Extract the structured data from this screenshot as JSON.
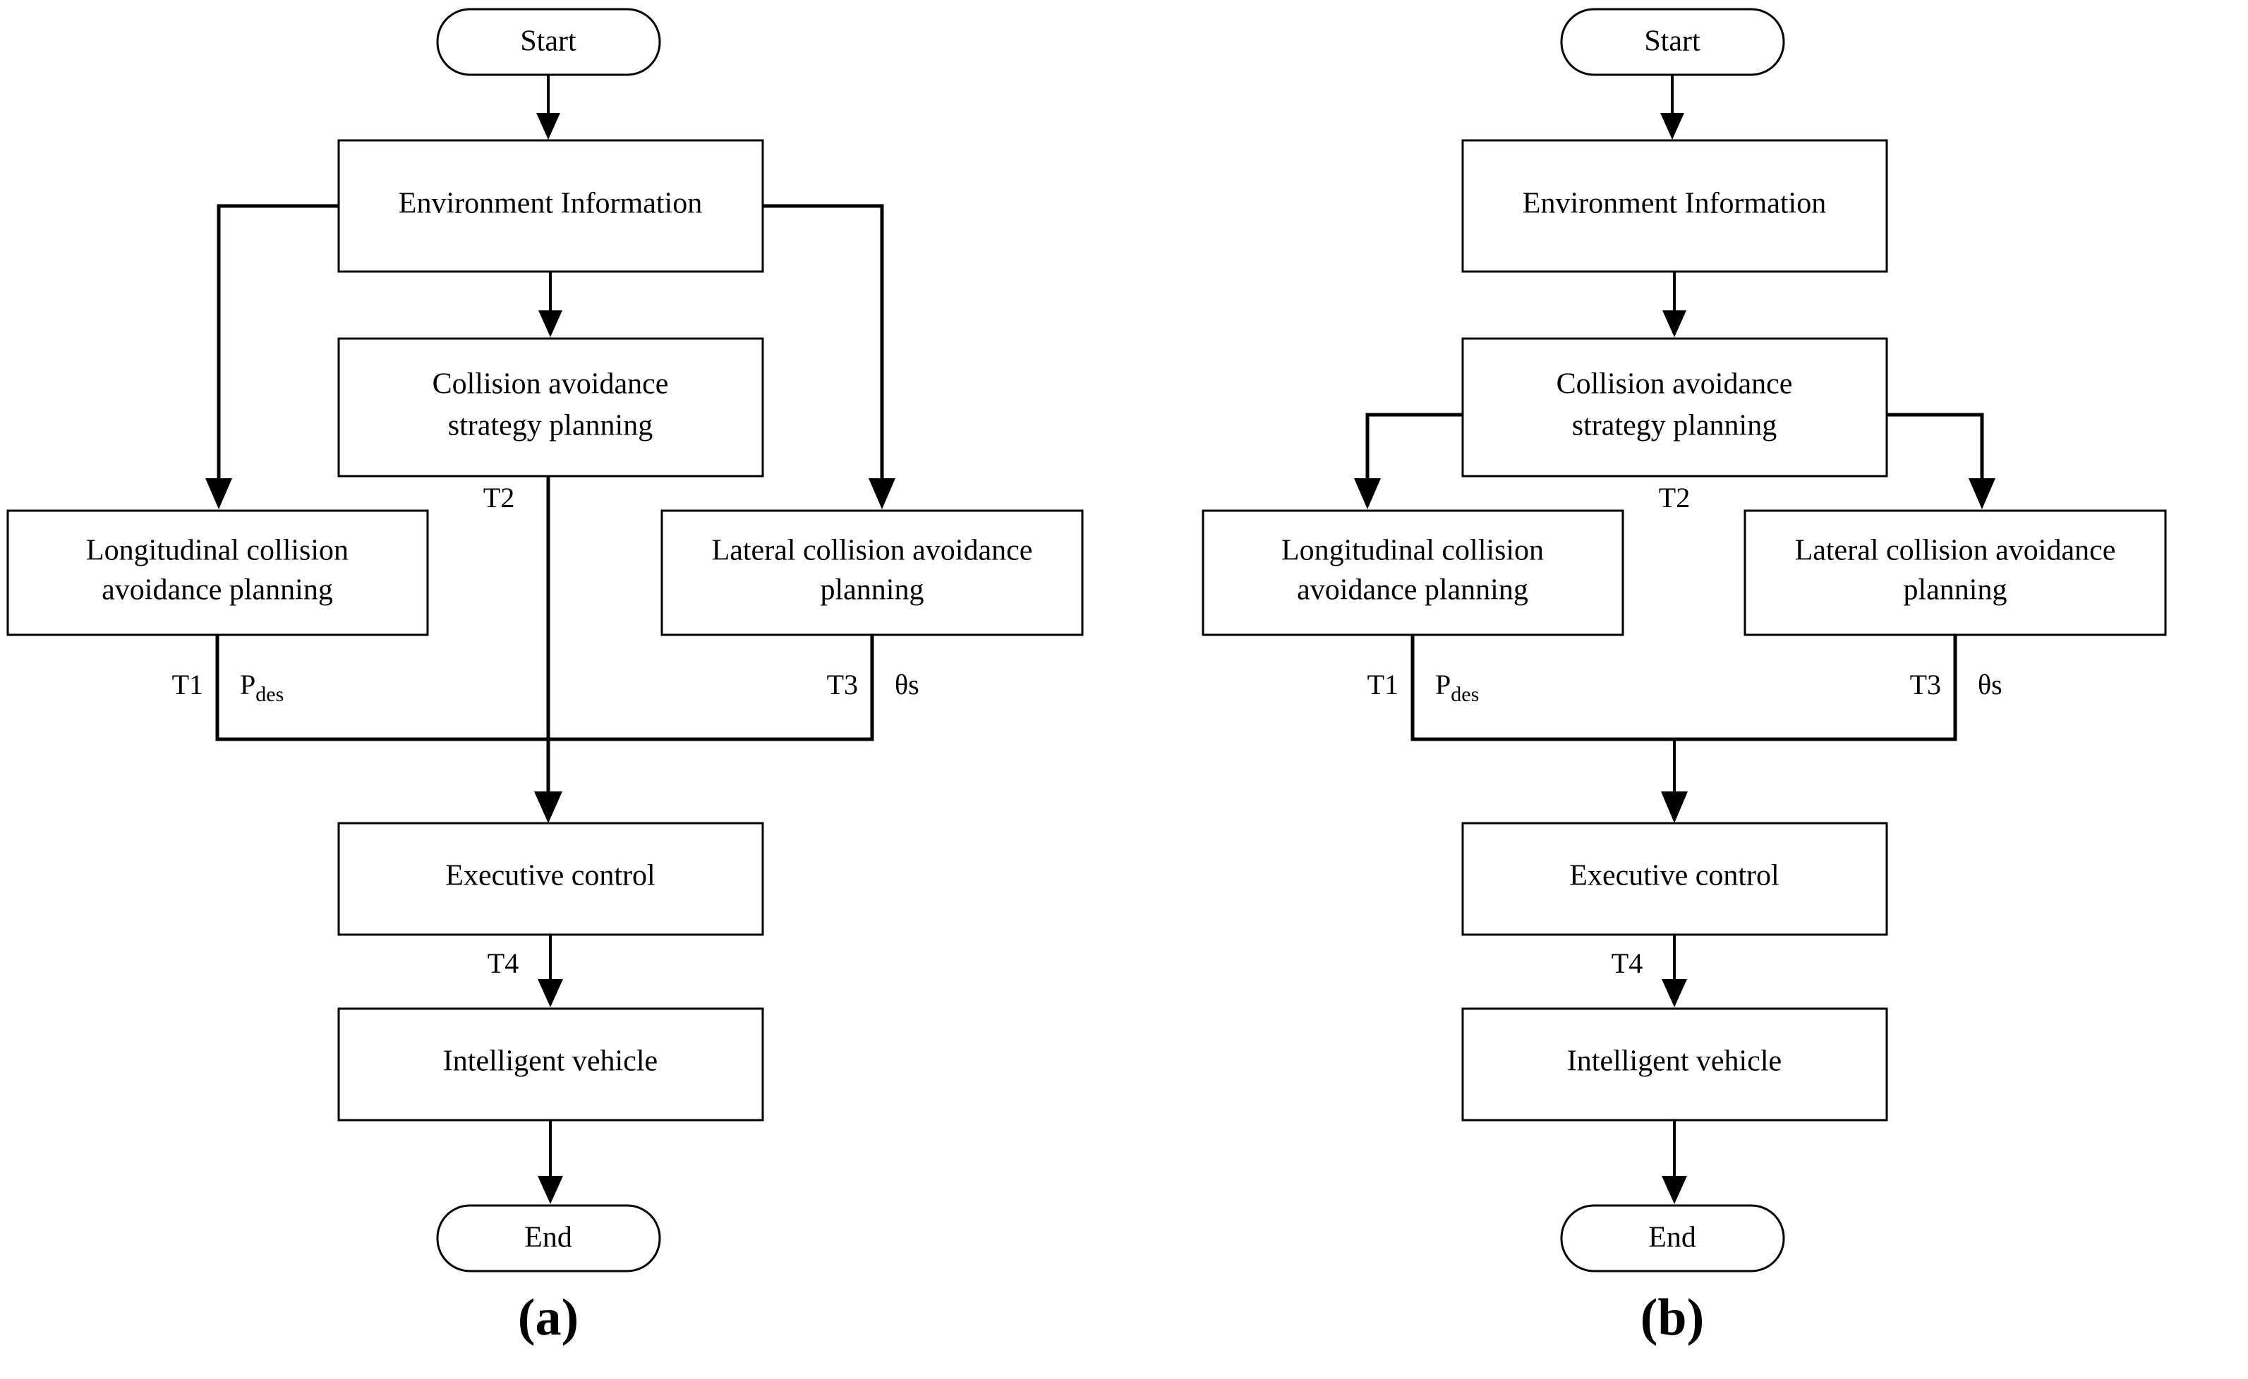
{
  "figure": {
    "type": "flowchart",
    "description": "Two side-by-side collision avoidance control flowcharts",
    "panels": [
      {
        "caption": "(a)",
        "nodes": {
          "start": "Start",
          "environment": "Environment Information",
          "strategy_line1": "Collision avoidance",
          "strategy_line2": "strategy planning",
          "longitudinal_line1": "Longitudinal collision",
          "longitudinal_line2": "avoidance planning",
          "lateral_line1": "Lateral collision avoidance",
          "lateral_line2": "planning",
          "executive": "Executive control",
          "vehicle": "Intelligent vehicle",
          "end": "End"
        },
        "edge_labels": {
          "t1": "T1",
          "p_des_base": "P",
          "p_des_sub": "des",
          "t2": "T2",
          "t3": "T3",
          "theta_s": "θs",
          "t4": "T4"
        },
        "branch_source": "Environment Information"
      },
      {
        "caption": "(b)",
        "nodes": {
          "start": "Start",
          "environment": "Environment Information",
          "strategy_line1": "Collision avoidance",
          "strategy_line2": "strategy planning",
          "longitudinal_line1": "Longitudinal collision",
          "longitudinal_line2": "avoidance planning",
          "lateral_line1": "Lateral collision avoidance",
          "lateral_line2": "planning",
          "executive": "Executive control",
          "vehicle": "Intelligent vehicle",
          "end": "End"
        },
        "edge_labels": {
          "t1": "T1",
          "p_des_base": "P",
          "p_des_sub": "des",
          "t2": "T2",
          "t3": "T3",
          "theta_s": "θs",
          "t4": "T4"
        },
        "branch_source": "Collision avoidance strategy planning"
      }
    ],
    "colors": {
      "stroke": "#000000",
      "fill": "#ffffff",
      "background": "#ffffff"
    }
  }
}
